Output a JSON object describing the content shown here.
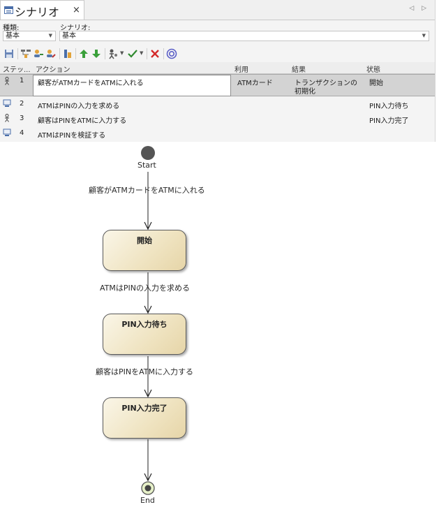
{
  "tab": {
    "title": "シナリオ",
    "close": "×",
    "nav": "◁ ▷"
  },
  "filters": {
    "kind_label": "種類:",
    "kind_value": "基本",
    "scenario_label": "シナリオ:",
    "scenario_value": "基本"
  },
  "toolbar": {
    "icons": [
      "save-icon",
      "structure-icon",
      "actor-add-icon",
      "actor-edit-icon",
      "generate-icon",
      "move-up-icon",
      "move-down-icon",
      "actor-menu-icon",
      "check-icon",
      "delete-icon",
      "help-icon"
    ]
  },
  "table": {
    "headers": {
      "step": "ステッ...",
      "action": "アクション",
      "uses": "利用",
      "result": "結果",
      "state": "状態"
    },
    "rows": [
      {
        "icon": "actor-icon",
        "step": "1",
        "action": "顧客がATMカードをATMに入れる",
        "uses": "ATMカード",
        "result_line1": "トランザクションの",
        "result_line2": "初期化",
        "state": "開始"
      },
      {
        "icon": "computer-icon",
        "step": "2",
        "action": "ATMはPINの入力を求める",
        "uses": "",
        "result_line1": "",
        "result_line2": "",
        "state": "PIN入力待ち"
      },
      {
        "icon": "actor-icon",
        "step": "3",
        "action": "顧客はPINをATMに入力する",
        "uses": "",
        "result_line1": "",
        "result_line2": "",
        "state": "PIN入力完了"
      },
      {
        "icon": "computer-icon",
        "step": "4",
        "action": "ATMはPINを検証する",
        "uses": "",
        "result_line1": "",
        "result_line2": "",
        "state": ""
      }
    ]
  },
  "diagram": {
    "start_label": "Start",
    "end_label": "End",
    "transitions": [
      "顧客がATMカードをATMに入れる",
      "ATMはPINの入力を求める",
      "顧客はPINをATMに入力する"
    ],
    "states": [
      "開始",
      "PIN入力待ち",
      "PIN入力完了"
    ]
  }
}
